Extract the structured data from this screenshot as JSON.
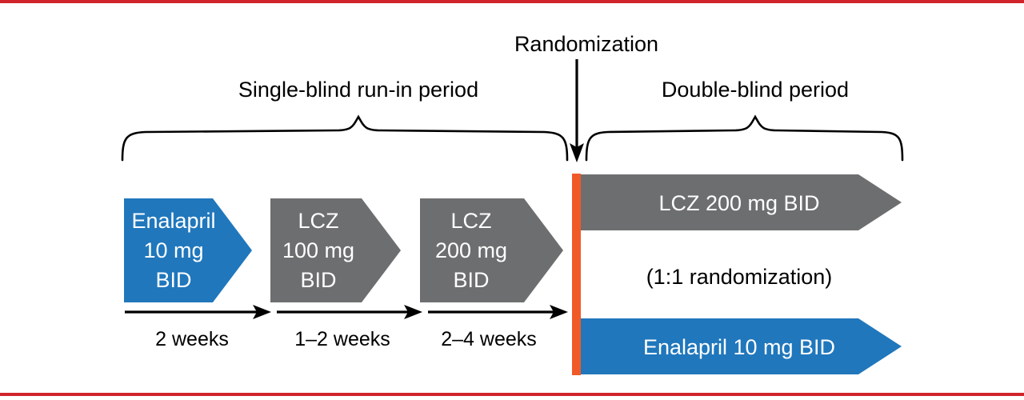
{
  "figure": {
    "type": "clinical-trial-design-schematic",
    "colors": {
      "blue": "#2077bc",
      "gray": "#6d6e70",
      "orange": "#f05a28",
      "rule_red": "#d1232a",
      "text_dark": "#000000",
      "text_light": "#ffffff"
    }
  },
  "periods": {
    "run_in_label": "Single-blind run-in period",
    "double_blind_label": "Double-blind period",
    "randomization_label": "Randomization"
  },
  "run_in_steps": [
    {
      "id": "step-enalapril",
      "lines": [
        "Enalapril",
        "10 mg",
        "BID"
      ],
      "color": "#2077bc",
      "duration": "2 weeks"
    },
    {
      "id": "step-lcz-100",
      "lines": [
        "LCZ",
        "100 mg",
        "BID"
      ],
      "color": "#6d6e70",
      "duration": "1–2 weeks"
    },
    {
      "id": "step-lcz-200",
      "lines": [
        "LCZ",
        "200 mg",
        "BID"
      ],
      "color": "#6d6e70",
      "duration": "2–4 weeks"
    }
  ],
  "randomized_arms": [
    {
      "id": "arm-lcz",
      "label": "LCZ 200 mg BID",
      "color": "#6d6e70"
    },
    {
      "id": "arm-enalapril",
      "label": "Enalapril 10 mg BID",
      "color": "#2077bc"
    }
  ],
  "allocation_note": "(1:1 randomization)"
}
